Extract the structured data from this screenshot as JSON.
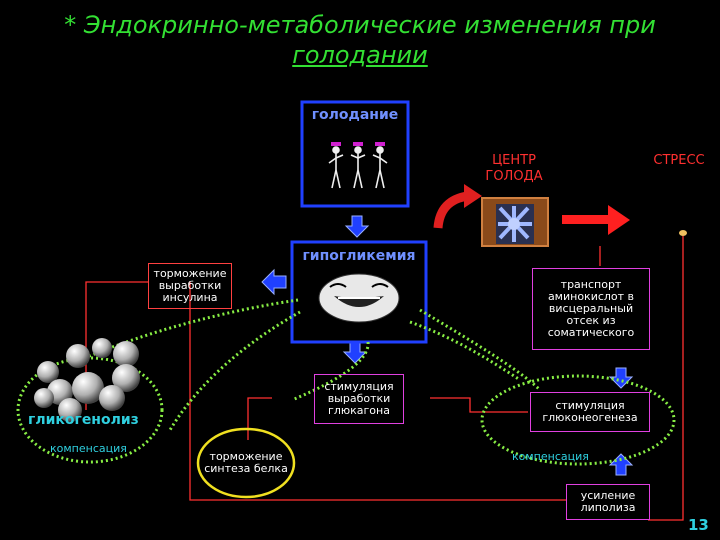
{
  "slide": {
    "title_line1": "* Эндокринно-метаболические изменения при",
    "title_line2": "голодании",
    "page_number": "13"
  },
  "nodes": {
    "starvation": "голодание",
    "hunger_center": "ЦЕНТР ГОЛОДА",
    "stress": "СТРЕСС",
    "hypoglycemia": "гипогликемия",
    "insulin_inhibition": "торможение выработки инсулина",
    "amino_transport": "транспорт аминокислот в висцеральный отсек из соматического",
    "glucagon_stimulation": "стимуляция выработки глюкагона",
    "gluconeogenesis_stimulation": "стимуляция глюконеогенеза",
    "glycogenolysis": "гликогенолиз",
    "compensation_left": "компенсация",
    "protein_synthesis_inhibition": "торможение синтеза белка",
    "compensation_right": "компенсация",
    "lipolysis": "усиление липолиза"
  },
  "colors": {
    "title": "#33e033",
    "box_border": "#e040e0",
    "arrows": "#2040ff",
    "red": "#ff3030",
    "dotted": "#88ee44",
    "label_cyan": "#2fd0e0"
  }
}
